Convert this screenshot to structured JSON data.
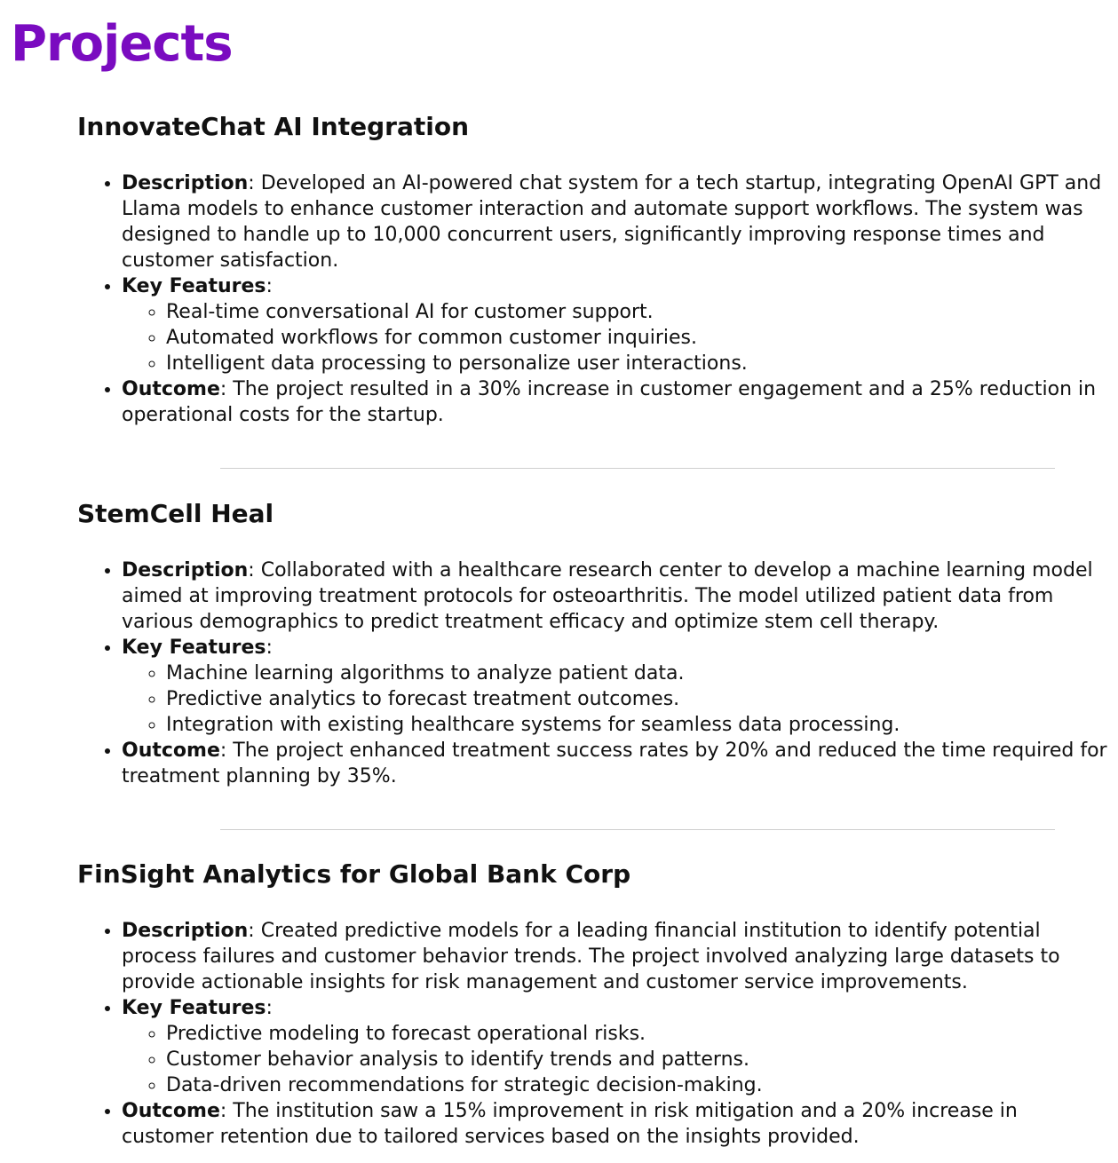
{
  "page": {
    "title": "Projects",
    "accent_color": "#7a0bc0"
  },
  "labels": {
    "description": "Description",
    "key_features": "Key Features",
    "outcome": "Outcome"
  },
  "projects": [
    {
      "title": "InnovateChat AI Integration",
      "description": "Developed an AI-powered chat system for a tech startup, integrating OpenAI GPT and Llama models to enhance customer interaction and automate support workflows. The system was designed to handle up to 10,000 concurrent users, significantly improving response times and customer satisfaction.",
      "features": [
        "Real-time conversational AI for customer support.",
        "Automated workflows for common customer inquiries.",
        "Intelligent data processing to personalize user interactions."
      ],
      "outcome": "The project resulted in a 30% increase in customer engagement and a 25% reduction in operational costs for the startup."
    },
    {
      "title": "StemCell Heal",
      "description": "Collaborated with a healthcare research center to develop a machine learning model aimed at improving treatment protocols for osteoarthritis. The model utilized patient data from various demographics to predict treatment efficacy and optimize stem cell therapy.",
      "features": [
        "Machine learning algorithms to analyze patient data.",
        "Predictive analytics to forecast treatment outcomes.",
        "Integration with existing healthcare systems for seamless data processing."
      ],
      "outcome": "The project enhanced treatment success rates by 20% and reduced the time required for treatment planning by 35%."
    },
    {
      "title": "FinSight Analytics for Global Bank Corp",
      "description": "Created predictive models for a leading financial institution to identify potential process failures and customer behavior trends. The project involved analyzing large datasets to provide actionable insights for risk management and customer service improvements.",
      "features": [
        "Predictive modeling to forecast operational risks.",
        "Customer behavior analysis to identify trends and patterns.",
        "Data-driven recommendations for strategic decision-making."
      ],
      "outcome": "The institution saw a 15% improvement in risk mitigation and a 20% increase in customer retention due to tailored services based on the insights provided."
    }
  ]
}
